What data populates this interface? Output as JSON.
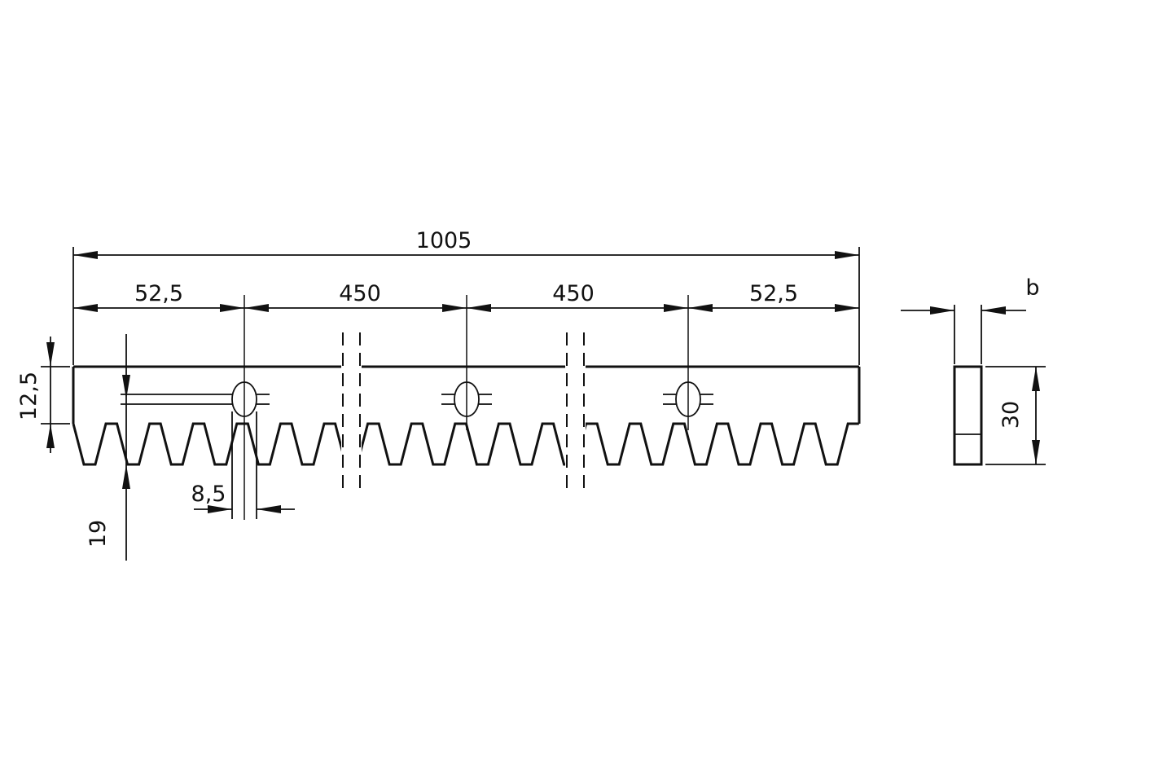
{
  "drawing": {
    "kind": "technical dimension drawing",
    "subject": "toothed gear rack with mounting slots, front view and side section view"
  },
  "dimensions": {
    "overall_length": "1005",
    "end_offset_left": "52,5",
    "slot_pitch_1": "450",
    "slot_pitch_2": "450",
    "end_offset_right": "52,5",
    "top_to_pitch_line": "12,5",
    "pitch_line_to_tooth_tip": "19",
    "slot_width": "8,5",
    "section_width": "b",
    "section_height": "30"
  },
  "colors": {
    "line": "#111111",
    "background": "#ffffff"
  }
}
